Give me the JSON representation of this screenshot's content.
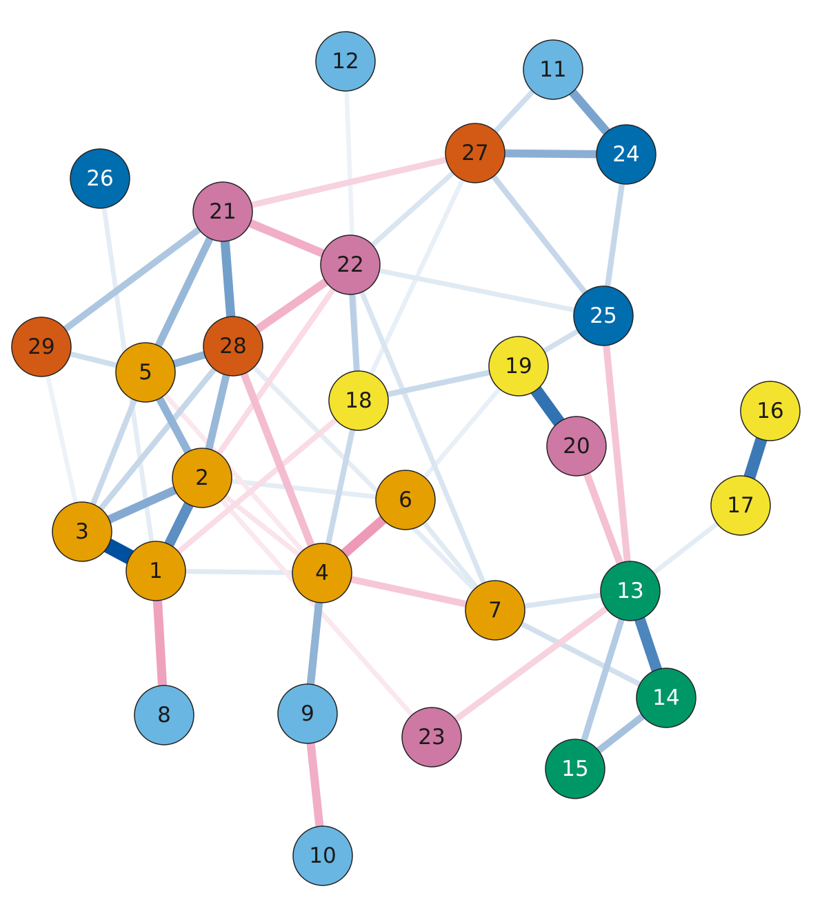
{
  "groups": {
    "orange": "#E69F00",
    "skyblue": "#69B6E2",
    "blue": "#006DAE",
    "vermillion": "#D35A14",
    "pink": "#CE78A4",
    "yellow": "#F4E32E",
    "green": "#009767"
  },
  "edge_colors": {
    "positive": "#0050A0",
    "negative": "#E8779F"
  },
  "nodes": [
    {
      "id": "1",
      "group": "orange"
    },
    {
      "id": "2",
      "group": "orange"
    },
    {
      "id": "3",
      "group": "orange"
    },
    {
      "id": "4",
      "group": "orange"
    },
    {
      "id": "5",
      "group": "orange"
    },
    {
      "id": "6",
      "group": "orange"
    },
    {
      "id": "7",
      "group": "orange"
    },
    {
      "id": "8",
      "group": "skyblue"
    },
    {
      "id": "9",
      "group": "skyblue"
    },
    {
      "id": "10",
      "group": "skyblue"
    },
    {
      "id": "11",
      "group": "skyblue"
    },
    {
      "id": "12",
      "group": "skyblue"
    },
    {
      "id": "13",
      "group": "green"
    },
    {
      "id": "14",
      "group": "green"
    },
    {
      "id": "15",
      "group": "green"
    },
    {
      "id": "16",
      "group": "yellow"
    },
    {
      "id": "17",
      "group": "yellow"
    },
    {
      "id": "18",
      "group": "yellow"
    },
    {
      "id": "19",
      "group": "yellow"
    },
    {
      "id": "20",
      "group": "pink"
    },
    {
      "id": "21",
      "group": "pink"
    },
    {
      "id": "22",
      "group": "pink"
    },
    {
      "id": "23",
      "group": "pink"
    },
    {
      "id": "24",
      "group": "blue"
    },
    {
      "id": "25",
      "group": "blue"
    },
    {
      "id": "26",
      "group": "blue"
    },
    {
      "id": "27",
      "group": "vermillion"
    },
    {
      "id": "28",
      "group": "vermillion"
    },
    {
      "id": "29",
      "group": "vermillion"
    }
  ],
  "edges": [
    {
      "from": "3",
      "to": "1",
      "sign": "+",
      "weight": 1.0
    },
    {
      "from": "19",
      "to": "20",
      "sign": "+",
      "weight": 0.75
    },
    {
      "from": "16",
      "to": "17",
      "sign": "+",
      "weight": 0.7
    },
    {
      "from": "13",
      "to": "14",
      "sign": "+",
      "weight": 0.62
    },
    {
      "from": "1",
      "to": "2",
      "sign": "+",
      "weight": 0.55
    },
    {
      "from": "21",
      "to": "28",
      "sign": "+",
      "weight": 0.45
    },
    {
      "from": "11",
      "to": "24",
      "sign": "+",
      "weight": 0.42
    },
    {
      "from": "27",
      "to": "24",
      "sign": "+",
      "weight": 0.35
    },
    {
      "from": "3",
      "to": "2",
      "sign": "+",
      "weight": 0.38
    },
    {
      "from": "5",
      "to": "2",
      "sign": "+",
      "weight": 0.33
    },
    {
      "from": "28",
      "to": "2",
      "sign": "+",
      "weight": 0.3
    },
    {
      "from": "21",
      "to": "5",
      "sign": "+",
      "weight": 0.3
    },
    {
      "from": "5",
      "to": "28",
      "sign": "+",
      "weight": 0.32
    },
    {
      "from": "4",
      "to": "9",
      "sign": "+",
      "weight": 0.33
    },
    {
      "from": "21",
      "to": "29",
      "sign": "+",
      "weight": 0.22
    },
    {
      "from": "14",
      "to": "15",
      "sign": "+",
      "weight": 0.25
    },
    {
      "from": "13",
      "to": "15",
      "sign": "+",
      "weight": 0.2
    },
    {
      "from": "22",
      "to": "18",
      "sign": "+",
      "weight": 0.18
    },
    {
      "from": "18",
      "to": "4",
      "sign": "+",
      "weight": 0.13
    },
    {
      "from": "27",
      "to": "25",
      "sign": "+",
      "weight": 0.14
    },
    {
      "from": "24",
      "to": "25",
      "sign": "+",
      "weight": 0.14
    },
    {
      "from": "11",
      "to": "27",
      "sign": "+",
      "weight": 0.11
    },
    {
      "from": "18",
      "to": "19",
      "sign": "+",
      "weight": 0.13
    },
    {
      "from": "19",
      "to": "25",
      "sign": "+",
      "weight": 0.1
    },
    {
      "from": "29",
      "to": "5",
      "sign": "+",
      "weight": 0.11
    },
    {
      "from": "28",
      "to": "3",
      "sign": "+",
      "weight": 0.14
    },
    {
      "from": "5",
      "to": "3",
      "sign": "+",
      "weight": 0.13
    },
    {
      "from": "27",
      "to": "22",
      "sign": "+",
      "weight": 0.08
    },
    {
      "from": "22",
      "to": "25",
      "sign": "+",
      "weight": 0.06
    },
    {
      "from": "22",
      "to": "7",
      "sign": "+",
      "weight": 0.08
    },
    {
      "from": "7",
      "to": "13",
      "sign": "+",
      "weight": 0.08
    },
    {
      "from": "7",
      "to": "14",
      "sign": "+",
      "weight": 0.1
    },
    {
      "from": "13",
      "to": "17",
      "sign": "+",
      "weight": 0.05
    },
    {
      "from": "6",
      "to": "7",
      "sign": "+",
      "weight": 0.06
    },
    {
      "from": "1",
      "to": "4",
      "sign": "+",
      "weight": 0.06
    },
    {
      "from": "26",
      "to": "1",
      "sign": "+",
      "weight": 0.05
    },
    {
      "from": "12",
      "to": "18",
      "sign": "+",
      "weight": 0.03
    },
    {
      "from": "27",
      "to": "18",
      "sign": "+",
      "weight": 0.04
    },
    {
      "from": "28",
      "to": "7",
      "sign": "+",
      "weight": 0.05
    },
    {
      "from": "2",
      "to": "6",
      "sign": "+",
      "weight": 0.05
    },
    {
      "from": "6",
      "to": "19",
      "sign": "+",
      "weight": 0.04
    },
    {
      "from": "29",
      "to": "3",
      "sign": "+",
      "weight": 0.03
    },
    {
      "from": "4",
      "to": "6",
      "sign": "-",
      "weight": 0.5
    },
    {
      "from": "1",
      "to": "8",
      "sign": "-",
      "weight": 0.45
    },
    {
      "from": "9",
      "to": "10",
      "sign": "-",
      "weight": 0.38
    },
    {
      "from": "21",
      "to": "22",
      "sign": "-",
      "weight": 0.38
    },
    {
      "from": "22",
      "to": "28",
      "sign": "-",
      "weight": 0.36
    },
    {
      "from": "28",
      "to": "4",
      "sign": "-",
      "weight": 0.3
    },
    {
      "from": "25",
      "to": "13",
      "sign": "-",
      "weight": 0.25
    },
    {
      "from": "20",
      "to": "13",
      "sign": "-",
      "weight": 0.28
    },
    {
      "from": "4",
      "to": "7",
      "sign": "-",
      "weight": 0.24
    },
    {
      "from": "27",
      "to": "21",
      "sign": "-",
      "weight": 0.18
    },
    {
      "from": "13",
      "to": "23",
      "sign": "-",
      "weight": 0.18
    },
    {
      "from": "22",
      "to": "2",
      "sign": "-",
      "weight": 0.13
    },
    {
      "from": "18",
      "to": "1",
      "sign": "-",
      "weight": 0.12
    },
    {
      "from": "2",
      "to": "4",
      "sign": "-",
      "weight": 0.08
    },
    {
      "from": "5",
      "to": "4",
      "sign": "-",
      "weight": 0.06
    },
    {
      "from": "2",
      "to": "23",
      "sign": "-",
      "weight": 0.06
    },
    {
      "from": "18",
      "to": "19",
      "sign": "-",
      "weight": 0.03
    }
  ]
}
